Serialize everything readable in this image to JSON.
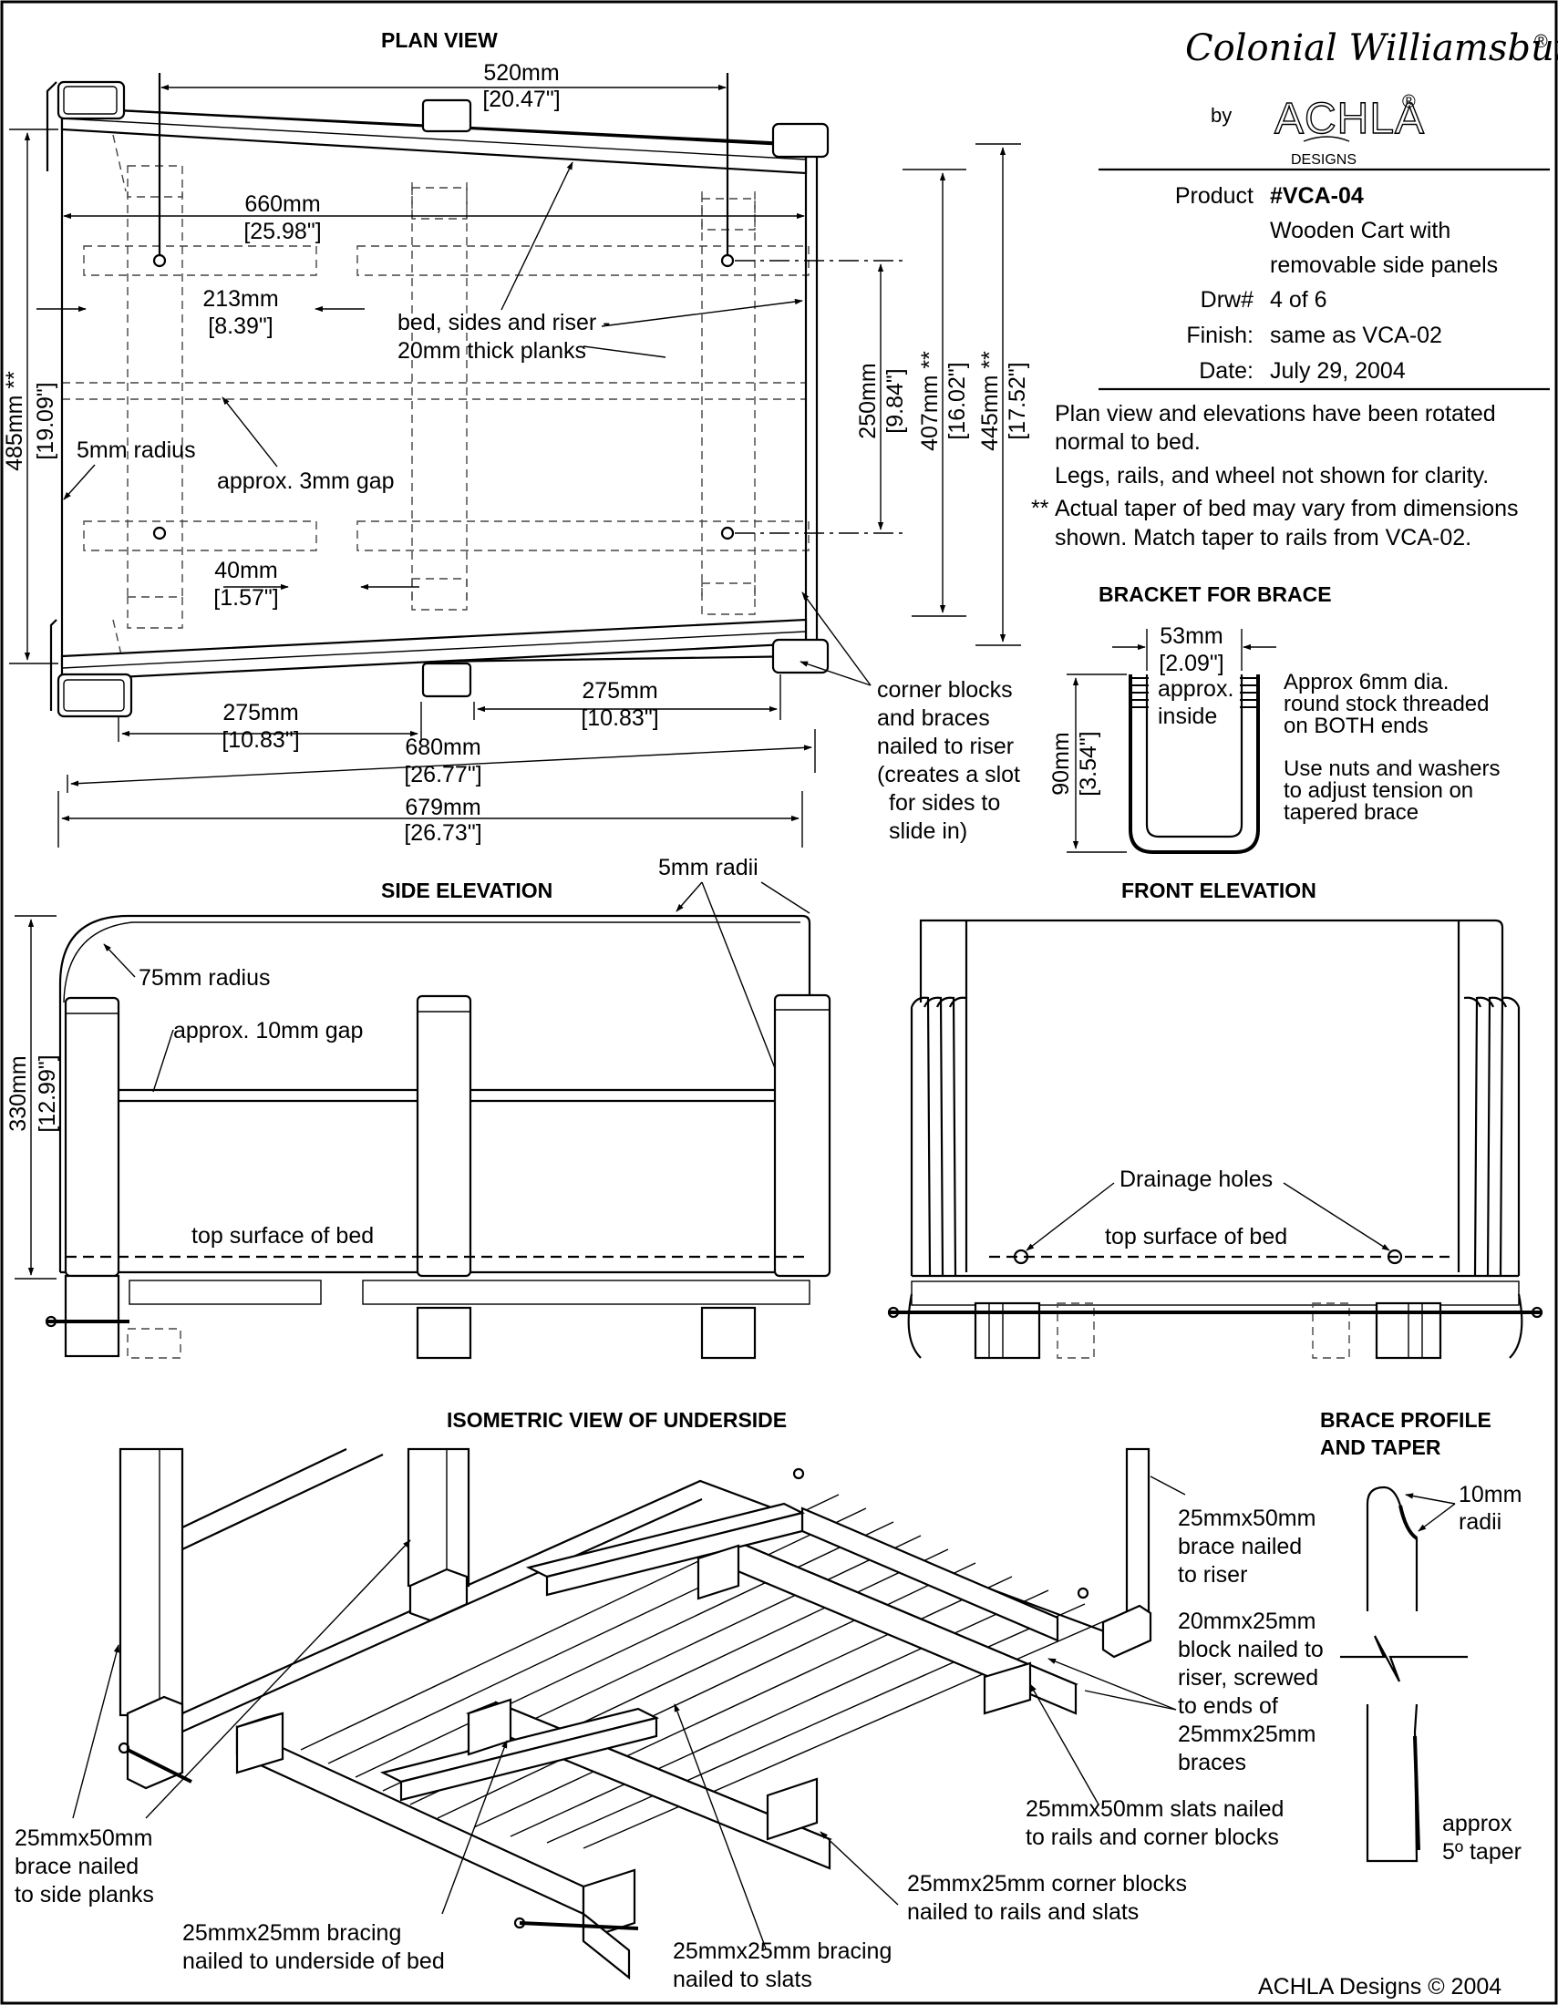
{
  "header": {
    "brand": "Colonial Williamsburg",
    "registered_mark": "®",
    "by": "by",
    "maker_logo": "ACHLA",
    "maker_registered": "®",
    "maker_sub": "DESIGNS"
  },
  "title_block": {
    "product_label": "Product",
    "product_value": "#VCA-04",
    "description_line1": "Wooden Cart with",
    "description_line2": "removable side panels",
    "drawing_label": "Drw#",
    "drawing_value": "4 of 6",
    "finish_label": "Finish:",
    "finish_value": "same as VCA-02",
    "date_label": "Date:",
    "date_value": "July 29, 2004"
  },
  "notes": {
    "rotated_line1": "Plan view and elevations have been rotated",
    "rotated_line2": "normal to bed.",
    "legs_note": "Legs, rails, and wheel not shown for clarity.",
    "taper_marker": "**",
    "taper_line1": "Actual taper of bed may vary from dimensions",
    "taper_line2": "shown. Match taper to rails from VCA-02."
  },
  "plan_view": {
    "title": "PLAN VIEW",
    "dim_520": "520mm",
    "dim_520_in": "[20.47\"]",
    "dim_660": "660mm",
    "dim_660_in": "[25.98\"]",
    "dim_213": "213mm",
    "dim_213_in": "[8.39\"]",
    "dim_40": "40mm",
    "dim_40_in": "[1.57\"]",
    "dim_275_left": "275mm",
    "dim_275_left_in": "[10.83\"]",
    "dim_275_right": "275mm",
    "dim_275_right_in": "[10.83\"]",
    "dim_680": "680mm",
    "dim_680_in": "[26.77\"]",
    "dim_679": "679mm",
    "dim_679_in": "[26.73\"]",
    "dim_485": "485mm **",
    "dim_485_in": "[19.09\"]",
    "dim_250": "250mm",
    "dim_250_in": "[9.84\"]",
    "dim_407": "407mm **",
    "dim_407_in": "[16.02\"]",
    "dim_445": "445mm **",
    "dim_445_in": "[17.52\"]",
    "note_planks_line1": "bed, sides and riser -",
    "note_planks_line2": "20mm thick planks",
    "note_radius": "5mm radius",
    "note_gap": "approx. 3mm gap",
    "note_corner_line1": "corner blocks",
    "note_corner_line2": "and braces",
    "note_corner_line3": "nailed to riser",
    "note_corner_line4": "(creates a slot",
    "note_corner_line5": "for sides to",
    "note_corner_line6": "slide in)"
  },
  "bracket": {
    "title": "BRACKET FOR BRACE",
    "dim_53": "53mm",
    "dim_53_in": "[2.09\"]",
    "approx": "approx.",
    "inside": "inside",
    "dim_90": "90mm",
    "dim_90_in": "[3.54\"]",
    "note1_line1": "Approx 6mm dia.",
    "note1_line2": "round stock threaded",
    "note1_line3": "on BOTH ends",
    "note2_line1": "Use nuts and washers",
    "note2_line2": "to adjust tension on",
    "note2_line3": "tapered brace"
  },
  "side_elevation": {
    "title": "SIDE ELEVATION",
    "note_radii": "5mm radii",
    "note_75": "75mm radius",
    "note_gap10": "approx. 10mm gap",
    "dim_330": "330mm",
    "dim_330_in": "[12.99\"]",
    "note_top_surface": "top surface of bed"
  },
  "front_elevation": {
    "title": "FRONT ELEVATION",
    "note_drainage": "Drainage holes",
    "note_top_surface": "top surface of bed"
  },
  "isometric": {
    "title": "ISOMETRIC VIEW OF UNDERSIDE",
    "note_brace_riser_line1": "25mmx50mm",
    "note_brace_riser_line2": "brace nailed",
    "note_brace_riser_line3": "to riser",
    "note_block_line1": "20mmx25mm",
    "note_block_line2": "block nailed to",
    "note_block_line3": "riser, screwed",
    "note_block_line4": "to ends of",
    "note_block_line5": "25mmx25mm",
    "note_block_line6": "braces",
    "note_slats_line1": "25mmx50mm slats nailed",
    "note_slats_line2": "to rails and corner blocks",
    "note_corner_line1": "25mmx25mm corner blocks",
    "note_corner_line2": "nailed to rails and slats",
    "note_bracing_slats_line1": "25mmx25mm bracing",
    "note_bracing_slats_line2": "nailed to slats",
    "note_bracing_bed_line1": "25mmx25mm bracing",
    "note_bracing_bed_line2": "nailed to underside of bed",
    "note_brace_side_line1": "25mmx50mm",
    "note_brace_side_line2": "brace nailed",
    "note_brace_side_line3": "to side planks"
  },
  "brace_profile": {
    "title_line1": "BRACE PROFILE",
    "title_line2": "AND TAPER",
    "note_radii_line1": "10mm",
    "note_radii_line2": "radii",
    "note_taper_line1": "approx",
    "note_taper_line2": "5º taper"
  },
  "footer": {
    "copyright": "ACHLA Designs © 2004"
  }
}
